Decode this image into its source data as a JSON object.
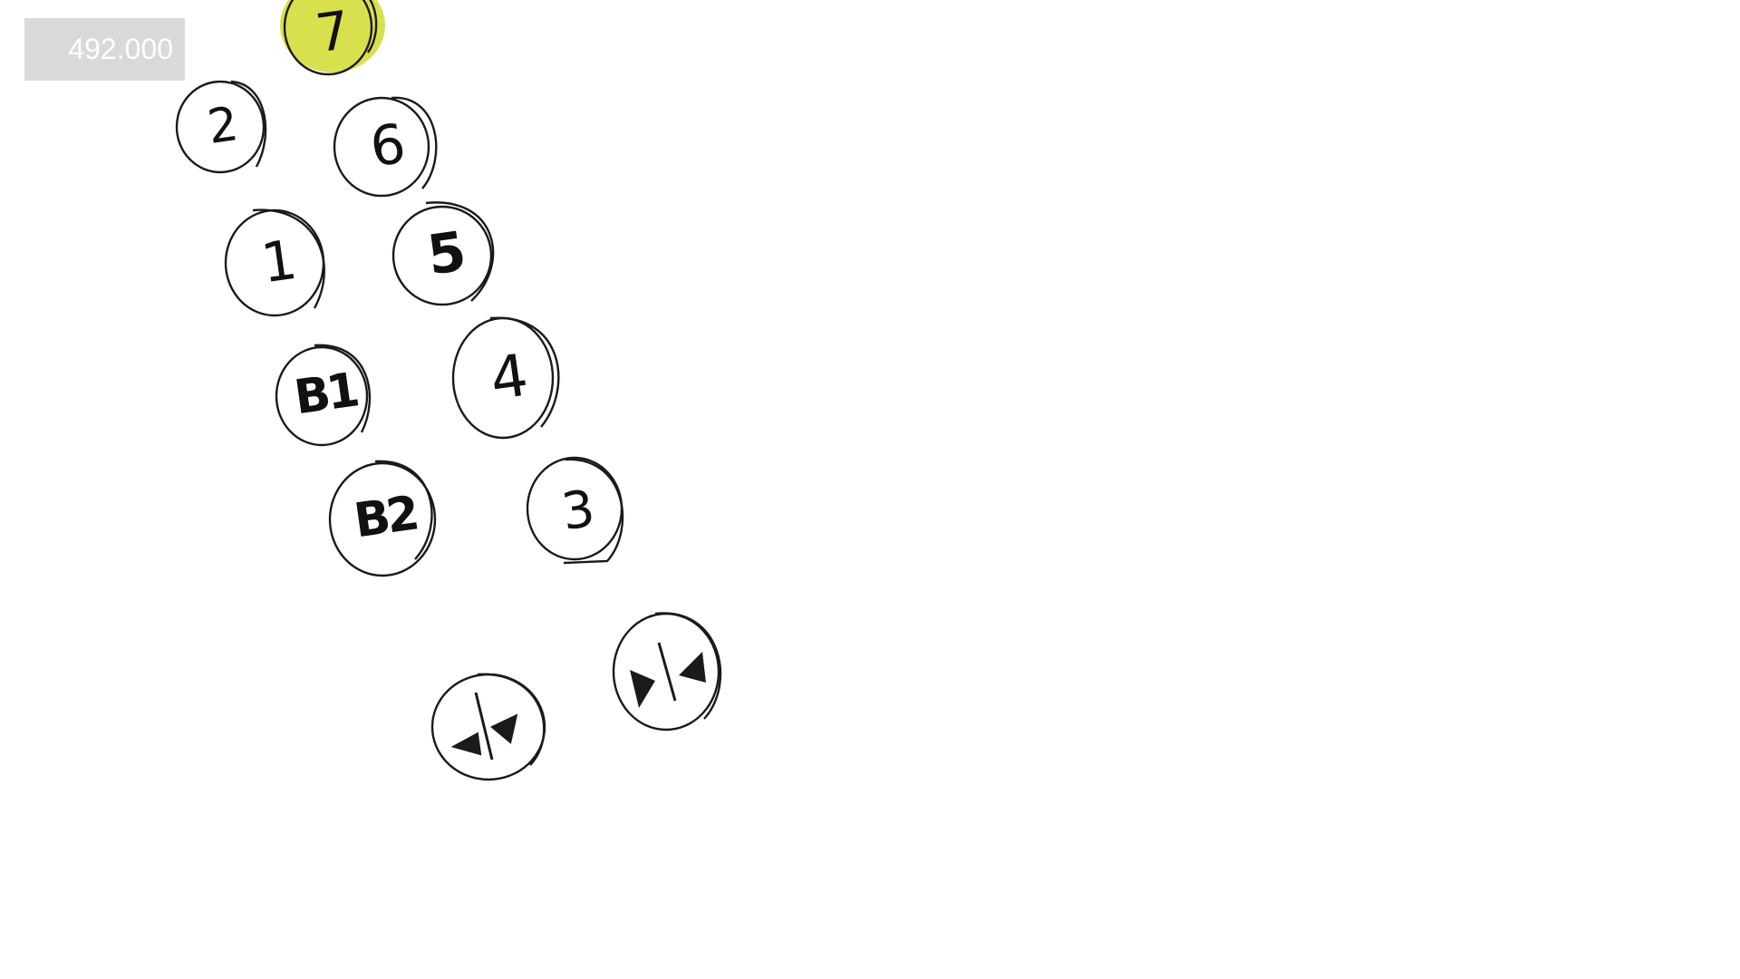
{
  "counter": {
    "value": "492.000"
  },
  "buttons": {
    "floor_7": {
      "label": "7",
      "lit": true
    },
    "floor_6": {
      "label": "6"
    },
    "floor_5": {
      "label": "5"
    },
    "floor_4": {
      "label": "4"
    },
    "floor_3": {
      "label": "3"
    },
    "floor_2": {
      "label": "2"
    },
    "floor_1": {
      "label": "1"
    },
    "floor_b1": {
      "label": "B1"
    },
    "floor_b2": {
      "label": "B2"
    },
    "door_open": {
      "icon": "door-open-icon"
    },
    "door_close": {
      "icon": "door-close-icon"
    }
  },
  "colors": {
    "lit": "#d4dd3a",
    "ink": "#1a1a1a"
  }
}
